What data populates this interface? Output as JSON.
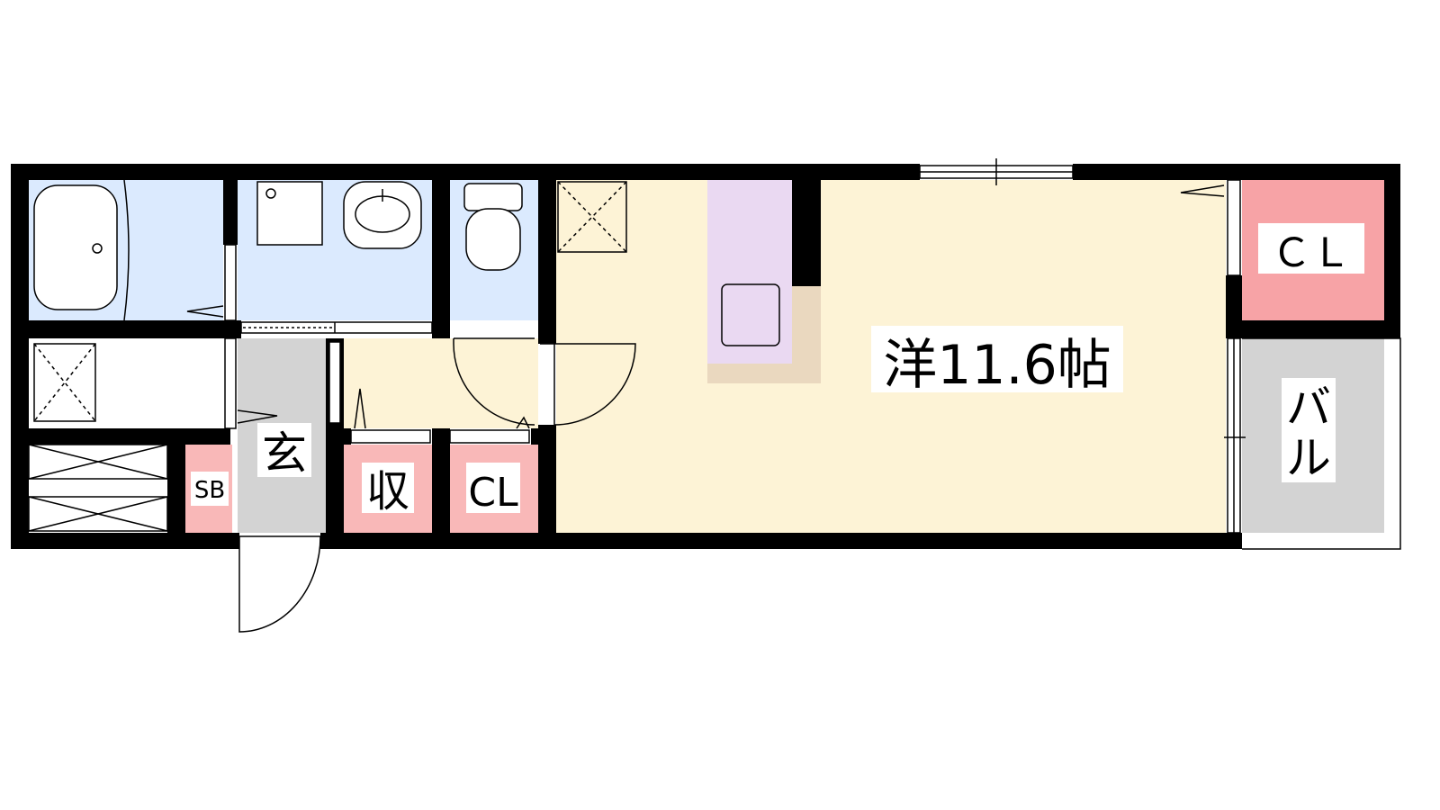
{
  "colors": {
    "wall": "#000000",
    "wet_area": "#dbeafe",
    "living_room": "#fdf3d6",
    "storage": "#f9b8b8",
    "storage_strong": "#f7a3a6",
    "entrance": "#d3d3d3",
    "balcony": "#d3d3d3",
    "kitchen": "#ead9f2",
    "counter": "#ead8bf"
  },
  "rooms": {
    "western_room": {
      "label": "洋11.6帖"
    },
    "entrance": {
      "label": "玄"
    },
    "storage": {
      "label": "収"
    },
    "closet_small": {
      "label": "CL"
    },
    "closet_large": {
      "label": "ＣＬ"
    },
    "balcony": {
      "label_line1": "バ",
      "label_line2": "ル"
    },
    "shoe_box": {
      "label": "SB"
    }
  }
}
